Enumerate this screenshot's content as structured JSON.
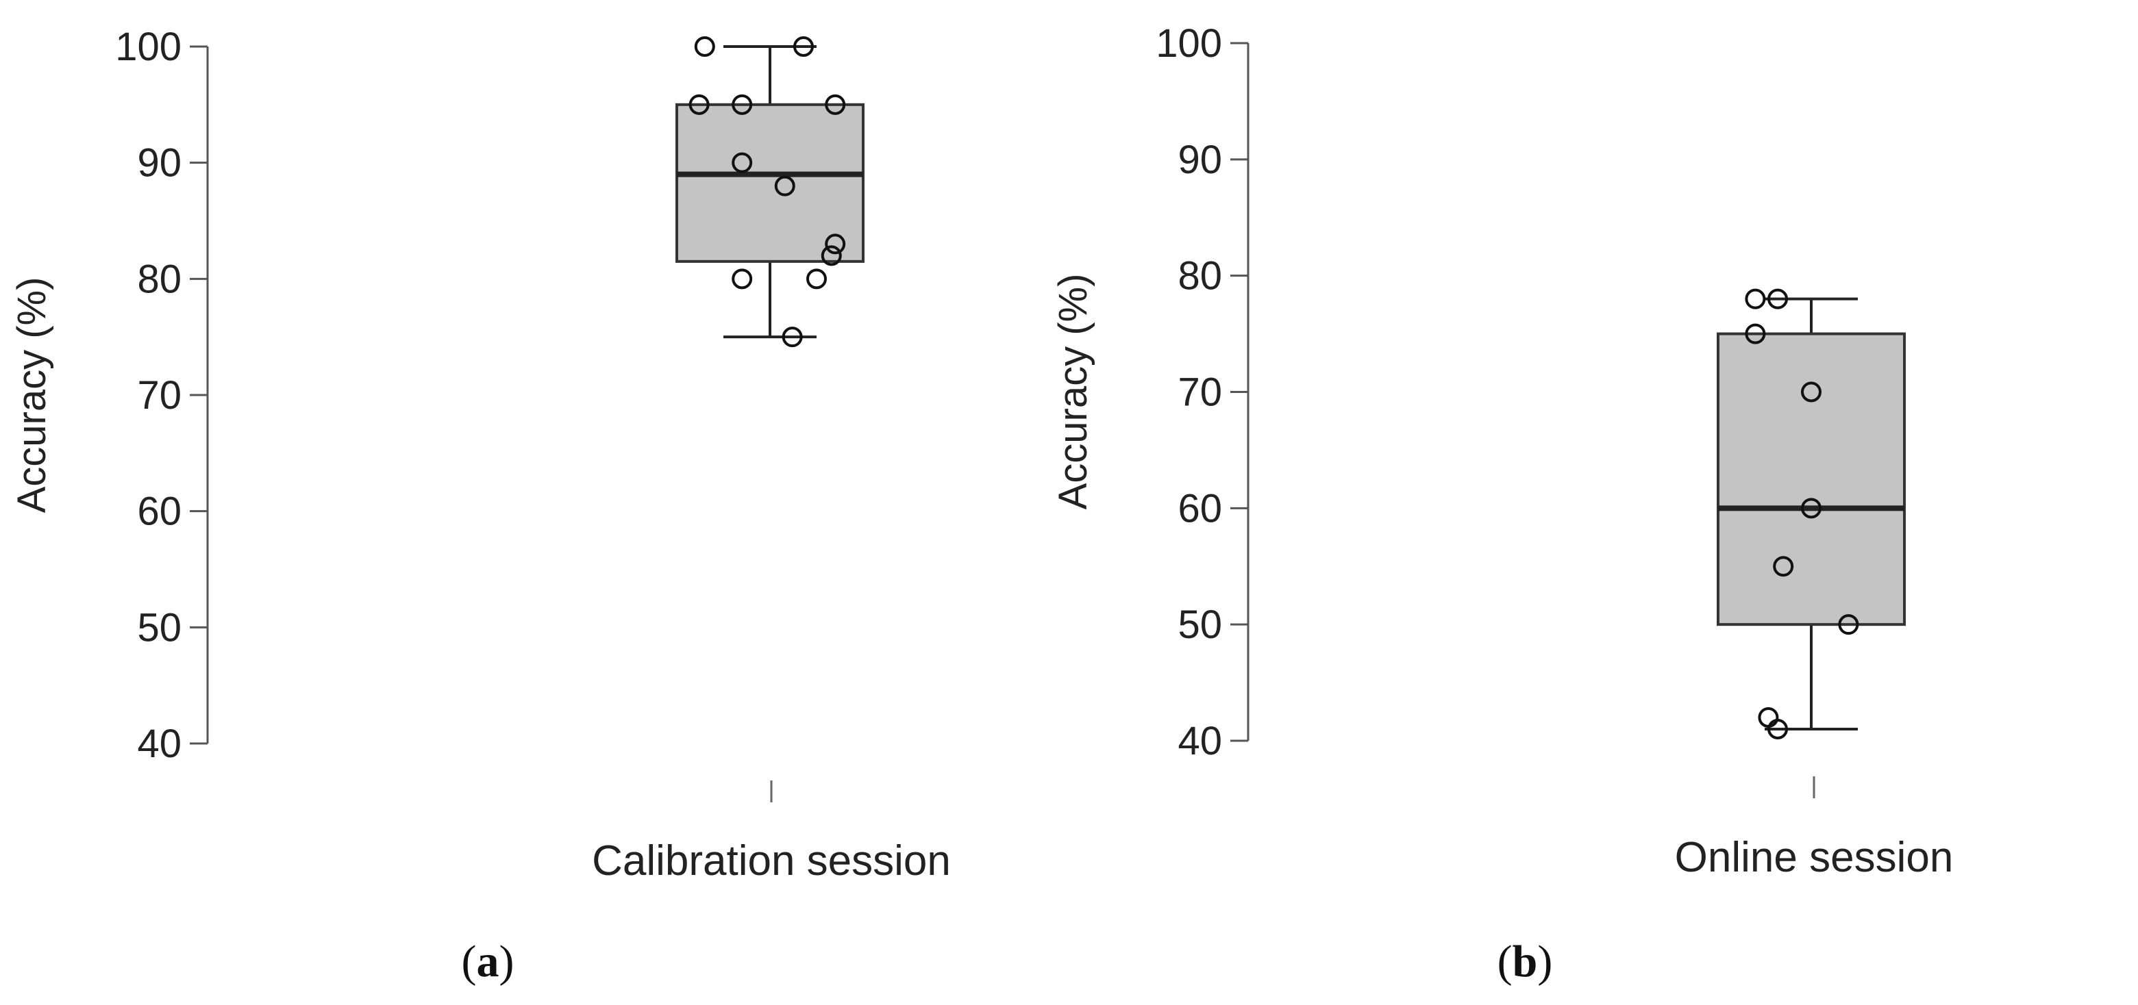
{
  "chart_data": [
    {
      "type": "box",
      "panel_label": "a",
      "ylabel": "Accuracy (%)",
      "xlabel": "",
      "categories": [
        "Calibration session"
      ],
      "ylim": [
        40,
        100
      ],
      "yticks": [
        40,
        50,
        60,
        70,
        80,
        90,
        100
      ],
      "grid": false,
      "box": {
        "q1": 81.5,
        "median": 89,
        "q3": 95,
        "whisker_low": 75,
        "whisker_high": 100
      },
      "points": [
        {
          "x": -0.35,
          "y": 100
        },
        {
          "x": 0.18,
          "y": 100
        },
        {
          "x": -0.38,
          "y": 95
        },
        {
          "x": -0.15,
          "y": 95
        },
        {
          "x": 0.35,
          "y": 95
        },
        {
          "x": -0.15,
          "y": 90
        },
        {
          "x": 0.08,
          "y": 88
        },
        {
          "x": 0.35,
          "y": 83
        },
        {
          "x": 0.33,
          "y": 82
        },
        {
          "x": -0.15,
          "y": 80
        },
        {
          "x": 0.25,
          "y": 80
        },
        {
          "x": 0.12,
          "y": 75
        }
      ]
    },
    {
      "type": "box",
      "panel_label": "b",
      "ylabel": "Accuracy (%)",
      "xlabel": "",
      "categories": [
        "Online session"
      ],
      "ylim": [
        40,
        100
      ],
      "yticks": [
        40,
        50,
        60,
        70,
        80,
        90,
        100
      ],
      "grid": false,
      "box": {
        "q1": 50,
        "median": 60,
        "q3": 75,
        "whisker_low": 41,
        "whisker_high": 78
      },
      "points": [
        {
          "x": -0.3,
          "y": 78
        },
        {
          "x": -0.18,
          "y": 78
        },
        {
          "x": -0.3,
          "y": 75
        },
        {
          "x": 0.0,
          "y": 70
        },
        {
          "x": 0.0,
          "y": 60
        },
        {
          "x": -0.15,
          "y": 55
        },
        {
          "x": 0.2,
          "y": 50
        },
        {
          "x": -0.23,
          "y": 42
        },
        {
          "x": -0.18,
          "y": 41
        }
      ]
    }
  ]
}
